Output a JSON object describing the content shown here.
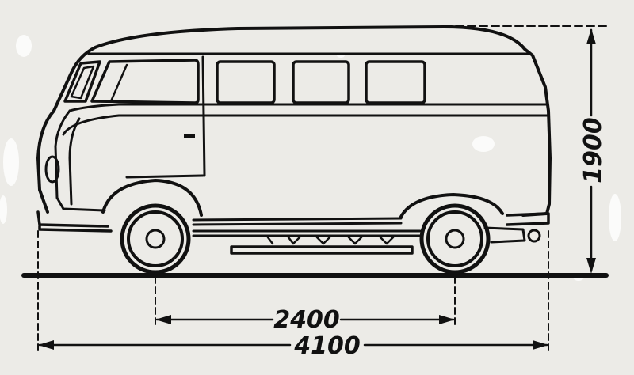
{
  "diagram": {
    "dimensions": {
      "wheelbase": "2400",
      "overall_length": "4100",
      "height": "1900"
    }
  }
}
